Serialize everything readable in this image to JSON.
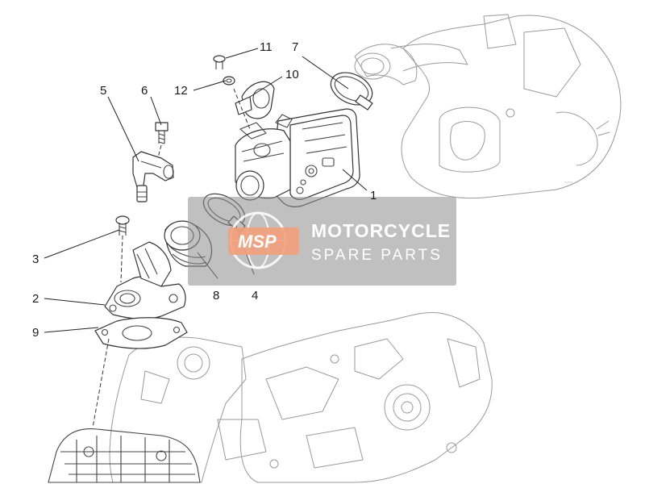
{
  "parts": [
    {
      "number": "1"
    },
    {
      "number": "2"
    },
    {
      "number": "3"
    },
    {
      "number": "4"
    },
    {
      "number": "5"
    },
    {
      "number": "6"
    },
    {
      "number": "7"
    },
    {
      "number": "8"
    },
    {
      "number": "9"
    },
    {
      "number": "10"
    },
    {
      "number": "11"
    },
    {
      "number": "12"
    }
  ],
  "watermark": {
    "logo": "MSP",
    "title": "MOTORCYCLE",
    "subtitle": "SPARE PARTS"
  }
}
